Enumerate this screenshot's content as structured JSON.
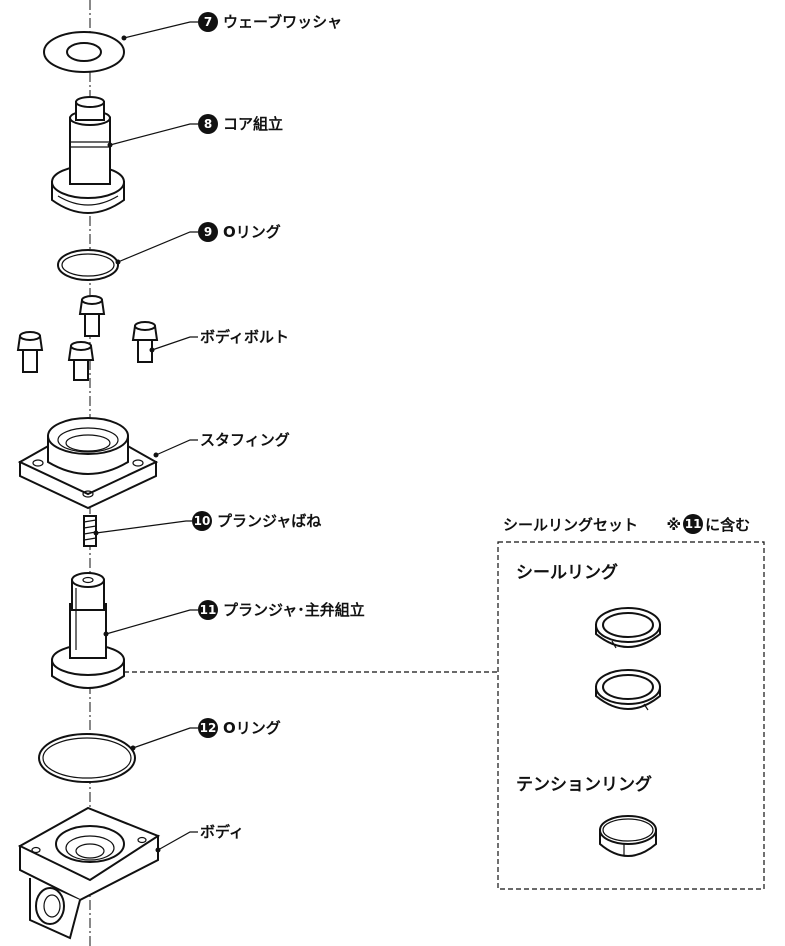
{
  "callouts": [
    {
      "num": "7",
      "label": "ウェーブワッシャ"
    },
    {
      "num": "8",
      "label": "コア組立"
    },
    {
      "num": "9",
      "label": "Oリング"
    },
    {
      "num": "",
      "label": "ボディボルト"
    },
    {
      "num": "",
      "label": "スタフィング"
    },
    {
      "num": "10",
      "label": "プランジャばね"
    },
    {
      "num": "11",
      "label": "プランジャ･主弁組立"
    },
    {
      "num": "12",
      "label": "Oリング"
    },
    {
      "num": "",
      "label": "ボディ"
    }
  ],
  "seal_set": {
    "header_text": "シールリングセット",
    "note_prefix": "※",
    "note_num": "11",
    "note_suffix": "に含む",
    "sub1": "シールリング",
    "sub2": "テンションリング"
  }
}
